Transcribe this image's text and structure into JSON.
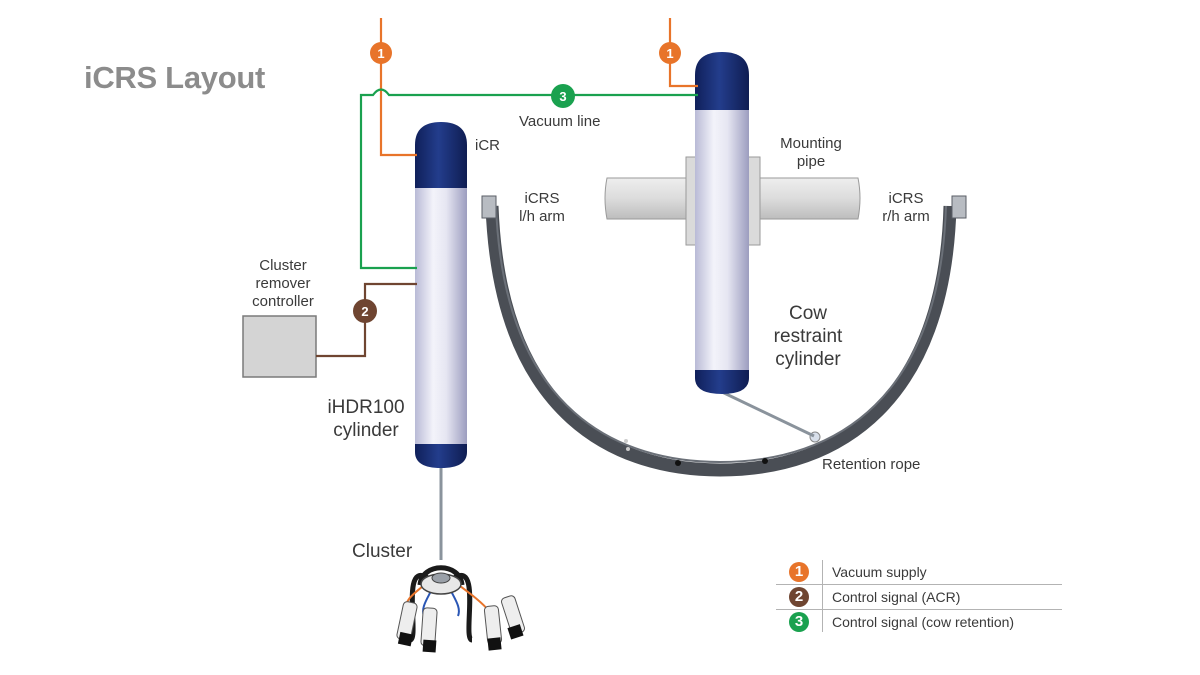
{
  "title": "iCRS Layout",
  "labels": {
    "vacuum_line": "Vacuum line",
    "icr": "iCR",
    "icrs_lh_1": "iCRS",
    "icrs_lh_2": "l/h arm",
    "icrs_rh_1": "iCRS",
    "icrs_rh_2": "r/h arm",
    "mounting_pipe_1": "Mounting",
    "mounting_pipe_2": "pipe",
    "cluster_remover_1": "Cluster",
    "cluster_remover_2": "remover",
    "cluster_remover_3": "controller",
    "cow_restraint_1": "Cow",
    "cow_restraint_2": "restraint",
    "cow_restraint_3": "cylinder",
    "ihdr_1": "iHDR100",
    "ihdr_2": "cylinder",
    "retention_rope": "Retention rope",
    "cluster": "Cluster"
  },
  "markers": [
    {
      "id": "1",
      "color": "#e8742a"
    },
    {
      "id": "1",
      "color": "#e8742a"
    },
    {
      "id": "2",
      "color": "#6f4531"
    },
    {
      "id": "3",
      "color": "#1aa14f"
    }
  ],
  "legend": [
    {
      "badge": "1",
      "text": "Vacuum supply",
      "color": "#e8742a"
    },
    {
      "badge": "2",
      "text": "Control signal (ACR)",
      "color": "#6f4531"
    },
    {
      "badge": "3",
      "text": "Control signal (cow retention)",
      "color": "#1aa14f"
    }
  ],
  "colors": {
    "vacuum": "#e8742a",
    "acr": "#6f4531",
    "retention": "#1aa14f",
    "cylinder_cap": "#1a2f74",
    "arm": "#4a4e55"
  }
}
